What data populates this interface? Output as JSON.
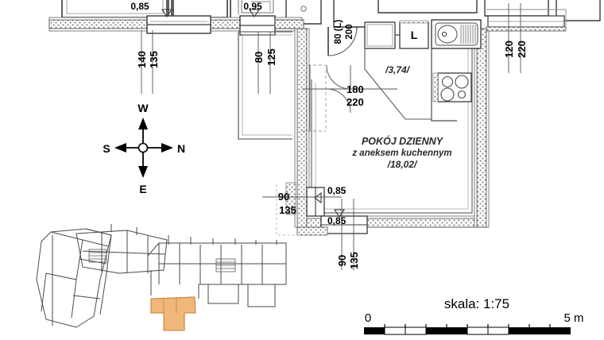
{
  "document": {
    "type": "architectural-floor-plan",
    "language": "pl"
  },
  "room": {
    "name": "POKÓJ DZIENNY",
    "subtitle": "z aneksem kuchennym",
    "area": "/18,02/"
  },
  "kitchen": {
    "area": "/3,74/",
    "fridge_label": "L"
  },
  "openings": [
    {
      "id": "win-top-1",
      "width": "140",
      "height": "135",
      "sill": "0,85"
    },
    {
      "id": "win-top-2",
      "width": "80",
      "height": "125",
      "sill": "0,95"
    },
    {
      "id": "door-entry",
      "width": "80 (L)",
      "height": "200"
    },
    {
      "id": "door-inner",
      "width": "180",
      "height": "220"
    },
    {
      "id": "door-balcony",
      "width": "120",
      "height": "220"
    },
    {
      "id": "win-bot-1",
      "width": "90",
      "height": "135",
      "sill": "0,85"
    },
    {
      "id": "win-bot-2",
      "width": "90",
      "height": "135",
      "sill": "0,85"
    }
  ],
  "dimension_labels": {
    "top_left_w": "140",
    "top_left_h": "135",
    "top_left_sill": "0,85",
    "top_mid_w": "80",
    "top_mid_h": "125",
    "top_mid_sill": "0,95",
    "entry_w": "80 (L)",
    "entry_h": "200",
    "inner_w": "180",
    "inner_h": "220",
    "balcony_w": "120",
    "balcony_h": "220",
    "left_win_w": "90",
    "left_win_h": "135",
    "left_win_sill": "0,85",
    "bot_win_w": "90",
    "bot_win_h": "135",
    "bot_win_sill": "0,85"
  },
  "compass": {
    "north": "N",
    "south": "S",
    "east": "E",
    "west": "W"
  },
  "scale": {
    "label": "skala: 1:75",
    "start": "0",
    "end": "5 m"
  },
  "keyplan": {
    "highlight_color": "#F0B77A",
    "highlight_stroke": "#C8823C"
  },
  "colors": {
    "wall_fill": "#ffffff",
    "wall_stroke": "#3a3a3a",
    "hatch": "#6b6b6b",
    "thin_line": "#7a7a7a",
    "dim_line": "#555555",
    "keyplan_wall": "#4a4a4a"
  }
}
